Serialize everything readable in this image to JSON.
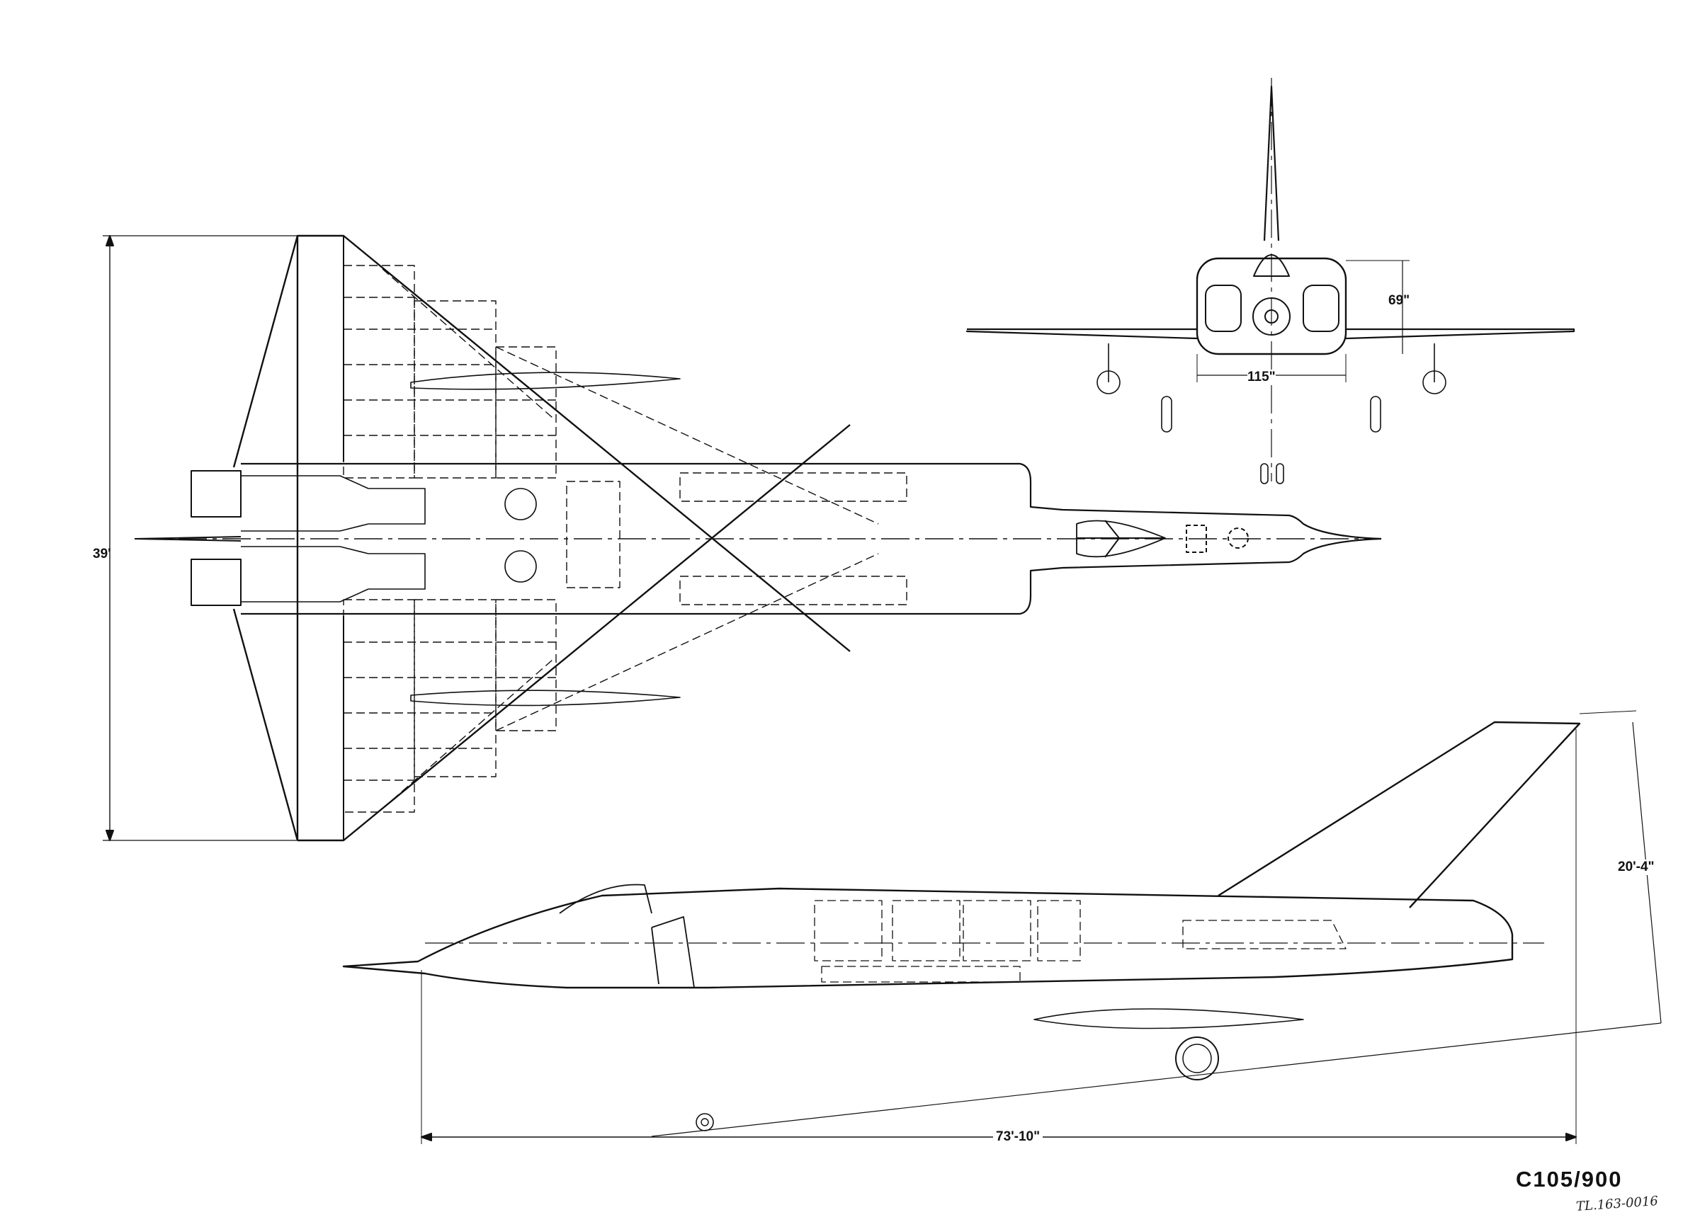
{
  "drawing": {
    "number": "C105/900",
    "catalog_ref": "TL.163-0016"
  },
  "dimensions": {
    "span": "39'",
    "length": "73'-10\"",
    "height": "20'-4\"",
    "fuselage_width": "115\"",
    "fuselage_height": "69\""
  },
  "views": [
    {
      "id": "plan",
      "name": "plan-view"
    },
    {
      "id": "front",
      "name": "front-view"
    },
    {
      "id": "side",
      "name": "side-view"
    }
  ],
  "line_color": "#111111"
}
